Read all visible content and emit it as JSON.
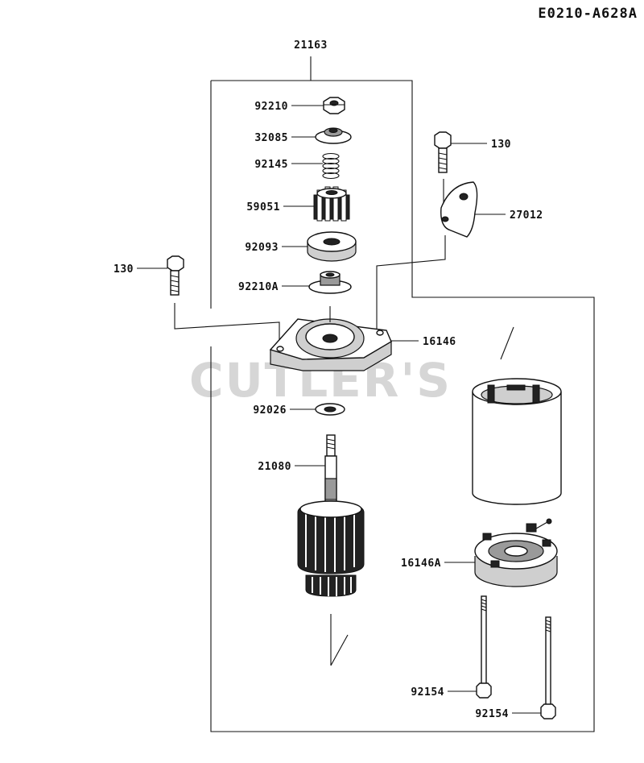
{
  "diagram_id": "E0210-A628A",
  "watermark": "CUTLER'S",
  "labels": {
    "assembly": "21163",
    "nut": "92210",
    "cap": "32085",
    "spring": "92145",
    "pinion": "59051",
    "collar": "92093",
    "nut_a": "92210A",
    "bolt_left": "130",
    "bolt_right": "130",
    "bracket": "27012",
    "front_bracket": "16146",
    "washer": "92026",
    "armature": "21080",
    "rear_bracket": "16146A",
    "through_bolt_1": "92154",
    "through_bolt_2": "92154"
  }
}
